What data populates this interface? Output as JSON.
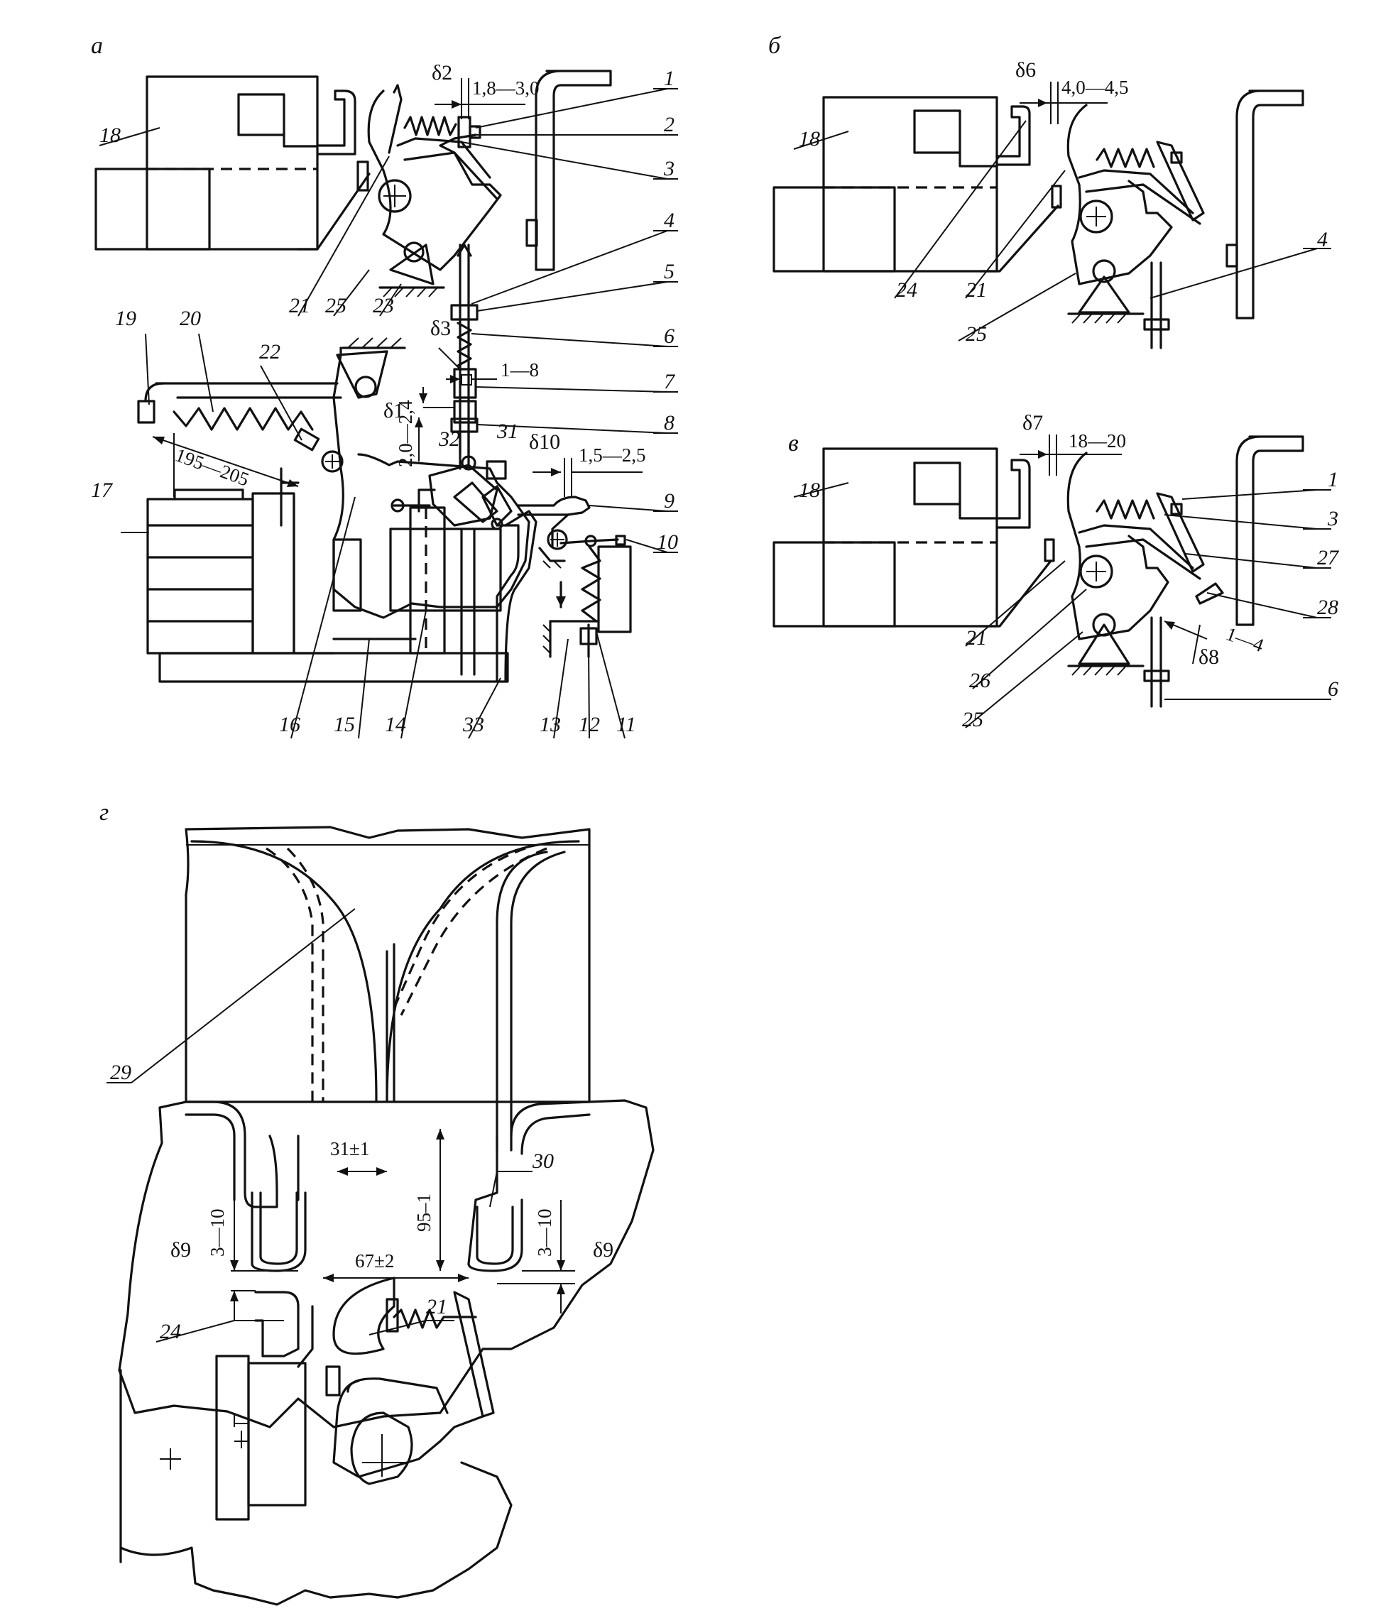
{
  "panels": {
    "a": {
      "title": "а",
      "labels": {
        "n1": "1",
        "n2": "2",
        "n3": "3",
        "n4": "4",
        "n5": "5",
        "n6": "6",
        "n7": "7",
        "n8": "8",
        "n9": "9",
        "n10": "10",
        "n11": "11",
        "n12": "12",
        "n13": "13",
        "n14": "14",
        "n15": "15",
        "n16": "16",
        "n17": "17",
        "n18": "18",
        "n19": "19",
        "n20": "20",
        "n21": "21",
        "n22": "22",
        "n23": "23",
        "n25": "25",
        "n31": "31",
        "n32": "32",
        "n33": "33"
      },
      "gaps": {
        "d1": "δ1",
        "d2": "δ2",
        "d3": "δ3",
        "d10": "δ10"
      },
      "dims": {
        "d2_range": "1,8—3,0",
        "d3_range": "1—8",
        "d1_range": "2,0—2,4",
        "d10_range": "1,5—2,5",
        "spring_len": "195—205"
      }
    },
    "b": {
      "title": "б",
      "labels": {
        "n18": "18",
        "n24": "24",
        "n21": "21",
        "n25": "25",
        "n4": "4"
      },
      "gaps": {
        "d6": "δ6"
      },
      "dims": {
        "d6_range": "4,0—4,5"
      }
    },
    "v": {
      "title": "в",
      "labels": {
        "n18": "18",
        "n1": "1",
        "n3": "3",
        "n27": "27",
        "n28": "28",
        "n21": "21",
        "n26": "26",
        "n25": "25",
        "n6": "6"
      },
      "gaps": {
        "d7": "δ7",
        "d8": "δ8"
      },
      "dims": {
        "d7_range": "18—20",
        "d8_range": "1—4"
      }
    },
    "g": {
      "title": "г",
      "labels": {
        "n29": "29",
        "n30": "30",
        "n24": "24",
        "n21": "21"
      },
      "gaps": {
        "d9_left": "δ9",
        "d9_right": "δ9"
      },
      "dims": {
        "horn_gap": "31±1",
        "height": "95–1",
        "width": "67±2",
        "left_gap": "3—10",
        "right_gap": "3—10"
      }
    }
  }
}
